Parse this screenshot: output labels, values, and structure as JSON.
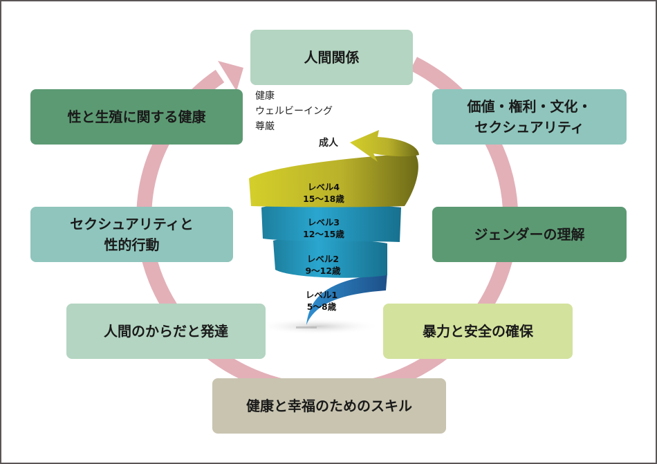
{
  "diagram": {
    "center_top": {
      "label": "人間関係"
    },
    "boxes": [
      {
        "id": "values-rights",
        "label_line1": "価値・権利・文化・",
        "label_line2": "セクシュアリティ"
      },
      {
        "id": "gender",
        "label_line1": "ジェンダーの理解"
      },
      {
        "id": "violence-safety",
        "label_line1": "暴力と安全の確保"
      },
      {
        "id": "skills",
        "label_line1": "健康と幸福のためのスキル"
      },
      {
        "id": "body-development",
        "label_line1": "人間のからだと発達"
      },
      {
        "id": "sexual-behavior",
        "label_line1": "セクシュアリティと",
        "label_line2": "性的行動"
      },
      {
        "id": "reproductive-health",
        "label_line1": "性と生殖に関する健康"
      }
    ],
    "aspects": [
      "健康",
      "ウェルビーイング",
      "尊厳"
    ],
    "spiral": {
      "top_label": "成人",
      "levels": [
        {
          "name": "レベル4",
          "ages": "15〜18歳"
        },
        {
          "name": "レベル3",
          "ages": "12〜15歳"
        },
        {
          "name": "レベル2",
          "ages": "9〜12歳"
        },
        {
          "name": "レベル1",
          "ages": "5〜8歳"
        }
      ]
    },
    "colors": {
      "cycle_ring": "#e3b0b8",
      "box_light_green": "#b3d5c1",
      "box_dark_green": "#5c9a73",
      "box_teal": "#8fc5bc",
      "box_lime": "#d3e29d",
      "box_gray": "#c8c4b0",
      "spiral_top": "#c8c02a",
      "spiral_mid": "#2aa0c8",
      "spiral_bottom": "#2a6fb0"
    }
  }
}
